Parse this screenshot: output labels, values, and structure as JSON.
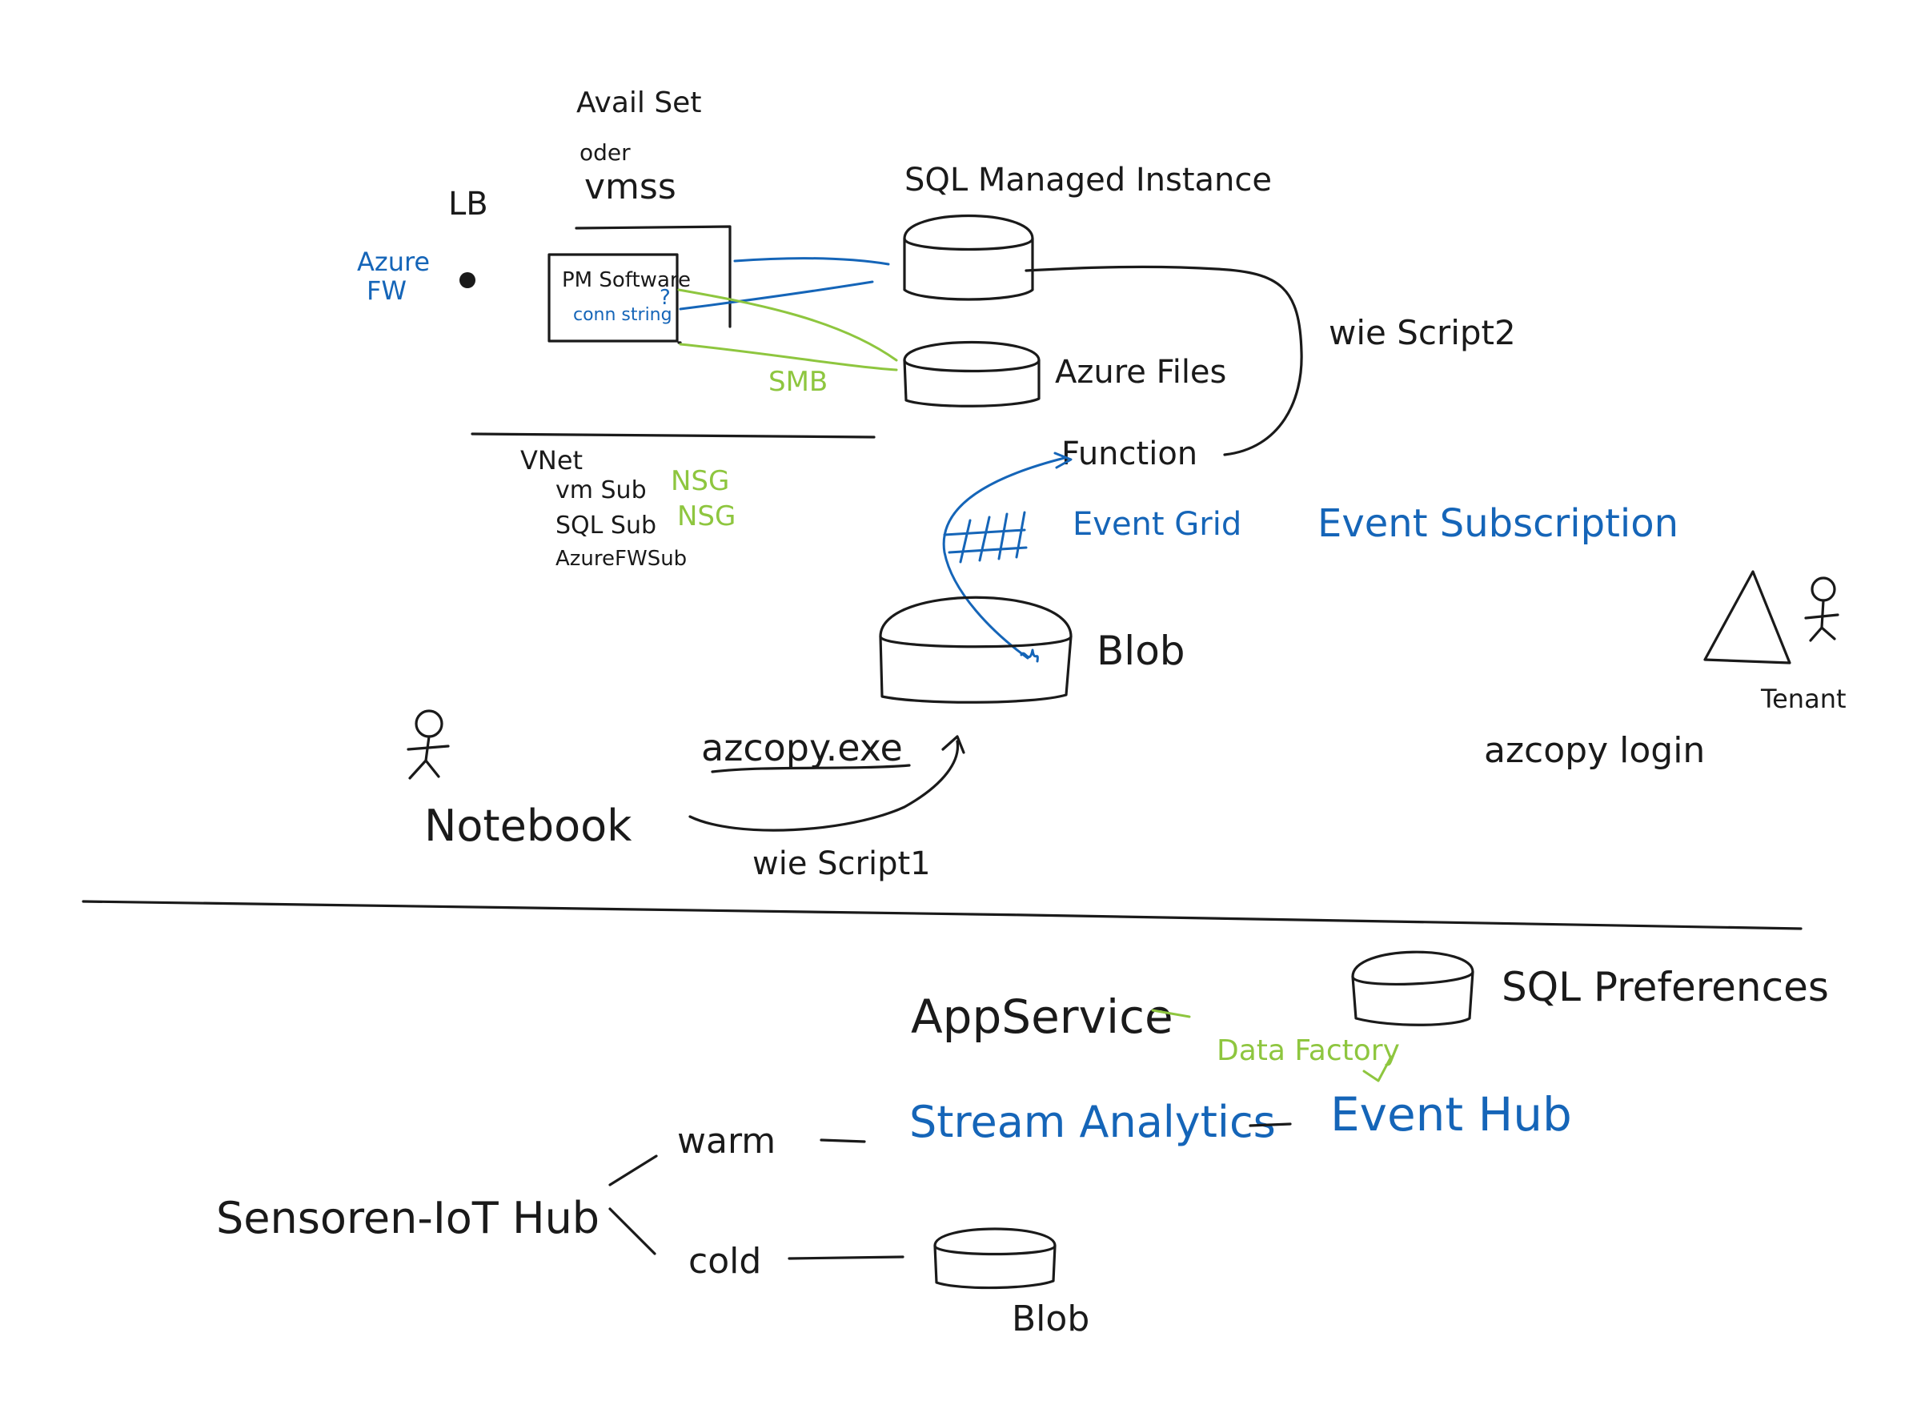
{
  "colors": {
    "ink": "#1a1a1a",
    "blue": "#1565b8",
    "green": "#8ec63f"
  },
  "top": {
    "avail_set": "Avail Set",
    "oder": "oder",
    "vmss": "vmss",
    "lb": "LB",
    "azure_fw": [
      "Azure",
      "FW"
    ],
    "pm_software": "PM Software",
    "conn_string": "conn string",
    "question_mark": "?",
    "sql_mi": "SQL Managed Instance",
    "azure_files": "Azure Files",
    "smb": "SMB",
    "wie_script2": "wie Script2",
    "function": "Function",
    "event_grid": "Event Grid",
    "event_subscription": "Event Subscription",
    "blob": "Blob",
    "vnet": "VNet",
    "vm_sub": "vm Sub",
    "sql_sub": "SQL Sub",
    "azure_fw_sub": "AzureFWSub",
    "nsg1": "NSG",
    "nsg2": "NSG",
    "notebook": "Notebook",
    "azcopy_exe": "azcopy.exe",
    "wie_script1": "wie Script1",
    "azcopy_login": "azcopy login",
    "tenant": "Tenant"
  },
  "bottom": {
    "app_service": "AppService",
    "sql_preferences": "SQL Preferences",
    "data_factory": "Data Factory",
    "stream_analytics": "Stream Analytics",
    "event_hub": "Event Hub",
    "warm": "warm",
    "cold": "cold",
    "sensors_iot_hub": "Sensoren-IoT Hub",
    "blob": "Blob"
  }
}
